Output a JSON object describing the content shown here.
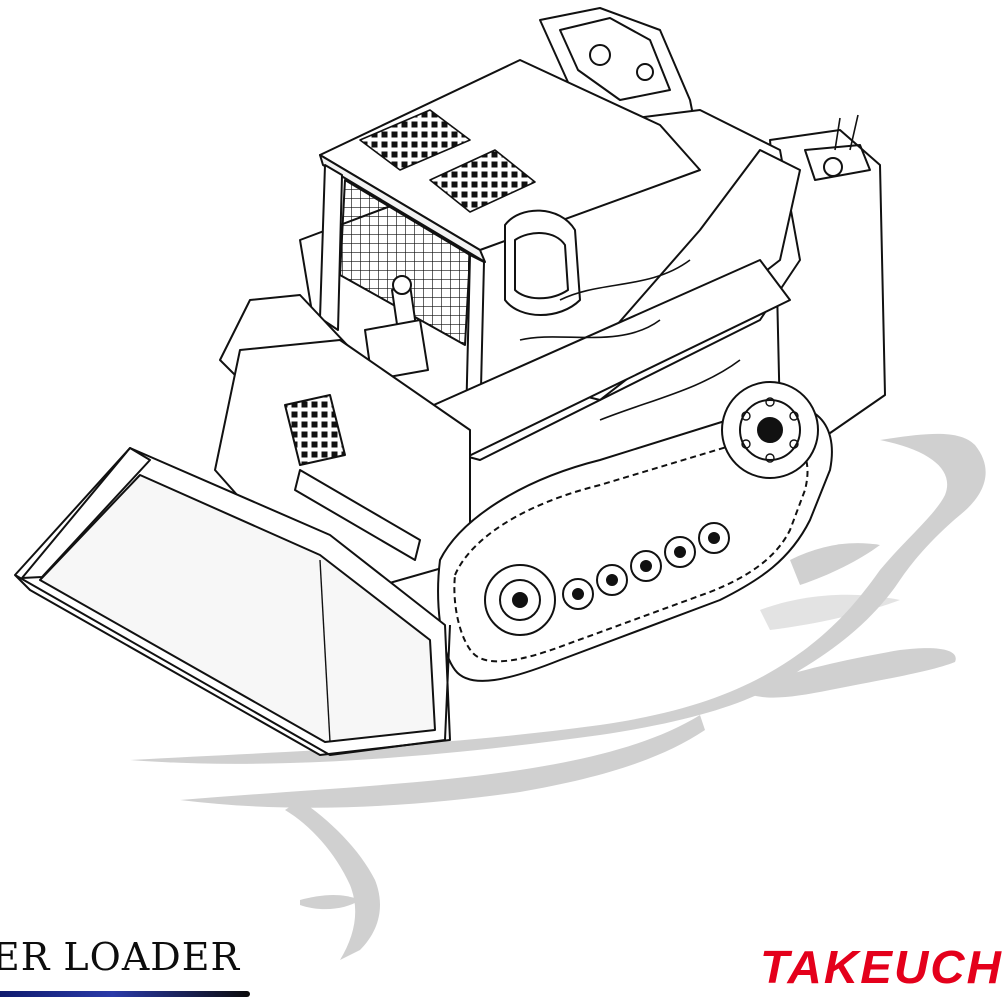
{
  "caption": {
    "text": "ER LOADER"
  },
  "brand": {
    "logo_text": "TAKEUCH",
    "color": "#e4001b"
  },
  "icons": {
    "illustration": "crawler-loader-line-drawing",
    "logo": "takeuchi-logo"
  }
}
